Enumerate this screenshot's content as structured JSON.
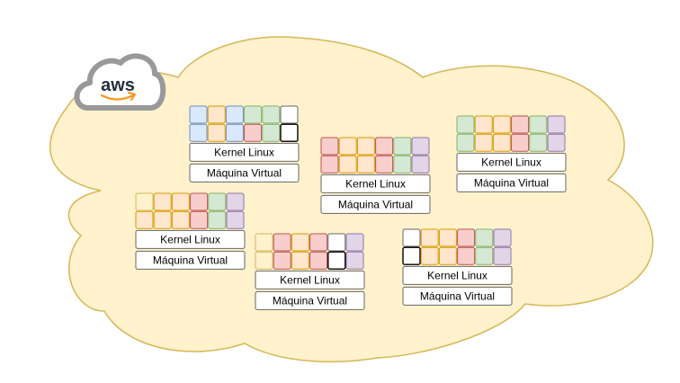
{
  "logo": {
    "text": "aws",
    "icon": "aws-cloud-icon"
  },
  "colors": {
    "cloud_fill": "#fff2cc",
    "cloud_stroke": "#d6b656",
    "box_stroke": "#666666",
    "logo_gray": "#999999",
    "logo_text": "#232f3e",
    "logo_smile": "#f90000",
    "cells": {
      "blue": {
        "fill": "#dae8fc",
        "stroke": "#6c8ebf"
      },
      "orange": {
        "fill": "#ffe6cc",
        "stroke": "#d79b00"
      },
      "green": {
        "fill": "#d5e8d4",
        "stroke": "#82b366"
      },
      "red": {
        "fill": "#f8cecc",
        "stroke": "#b85450"
      },
      "purple": {
        "fill": "#e1d5e7",
        "stroke": "#9673a6"
      },
      "yellow": {
        "fill": "#fff2cc",
        "stroke": "#d6b656"
      },
      "white": {
        "fill": "#ffffff",
        "stroke": "#666666"
      },
      "black": {
        "fill": "#ffffff",
        "stroke": "#000000"
      }
    }
  },
  "servers": [
    {
      "name": "server-1",
      "kernel_label": "Kernel Linux",
      "vm_label": "Máquina Virtual",
      "rows": [
        [
          "blue",
          "orange",
          "blue",
          "green",
          "green",
          "white"
        ],
        [
          "blue",
          "orange",
          "blue",
          "red",
          "green",
          "black"
        ]
      ]
    },
    {
      "name": "server-2",
      "kernel_label": "Kernel Linux",
      "vm_label": "Máquina Virtual",
      "rows": [
        [
          "red",
          "orange",
          "orange",
          "red",
          "green",
          "purple"
        ],
        [
          "red",
          "orange",
          "orange",
          "red",
          "green",
          "purple"
        ]
      ]
    },
    {
      "name": "server-3",
      "kernel_label": "Kernel Linux",
      "vm_label": "Máquina Virtual",
      "rows": [
        [
          "green",
          "orange",
          "orange",
          "red",
          "green",
          "purple"
        ],
        [
          "green",
          "orange",
          "orange",
          "red",
          "green",
          "purple"
        ]
      ]
    },
    {
      "name": "server-4",
      "kernel_label": "Kernel Linux",
      "vm_label": "Máquina Virtual",
      "rows": [
        [
          "yellow",
          "orange",
          "orange",
          "red",
          "green",
          "purple"
        ],
        [
          "orange",
          "orange",
          "orange",
          "red",
          "green",
          "purple"
        ]
      ]
    },
    {
      "name": "server-5",
      "kernel_label": "Kernel Linux",
      "vm_label": "Máquina Virtual",
      "rows": [
        [
          "yellow",
          "red",
          "orange",
          "red",
          "white",
          "purple"
        ],
        [
          "yellow",
          "red",
          "orange",
          "red",
          "black",
          "purple"
        ]
      ]
    },
    {
      "name": "server-6",
      "kernel_label": "Kernel Linux",
      "vm_label": "Máquina Virtual",
      "rows": [
        [
          "white",
          "orange",
          "orange",
          "red",
          "green",
          "purple"
        ],
        [
          "black",
          "orange",
          "orange",
          "red",
          "green",
          "purple"
        ]
      ]
    }
  ]
}
